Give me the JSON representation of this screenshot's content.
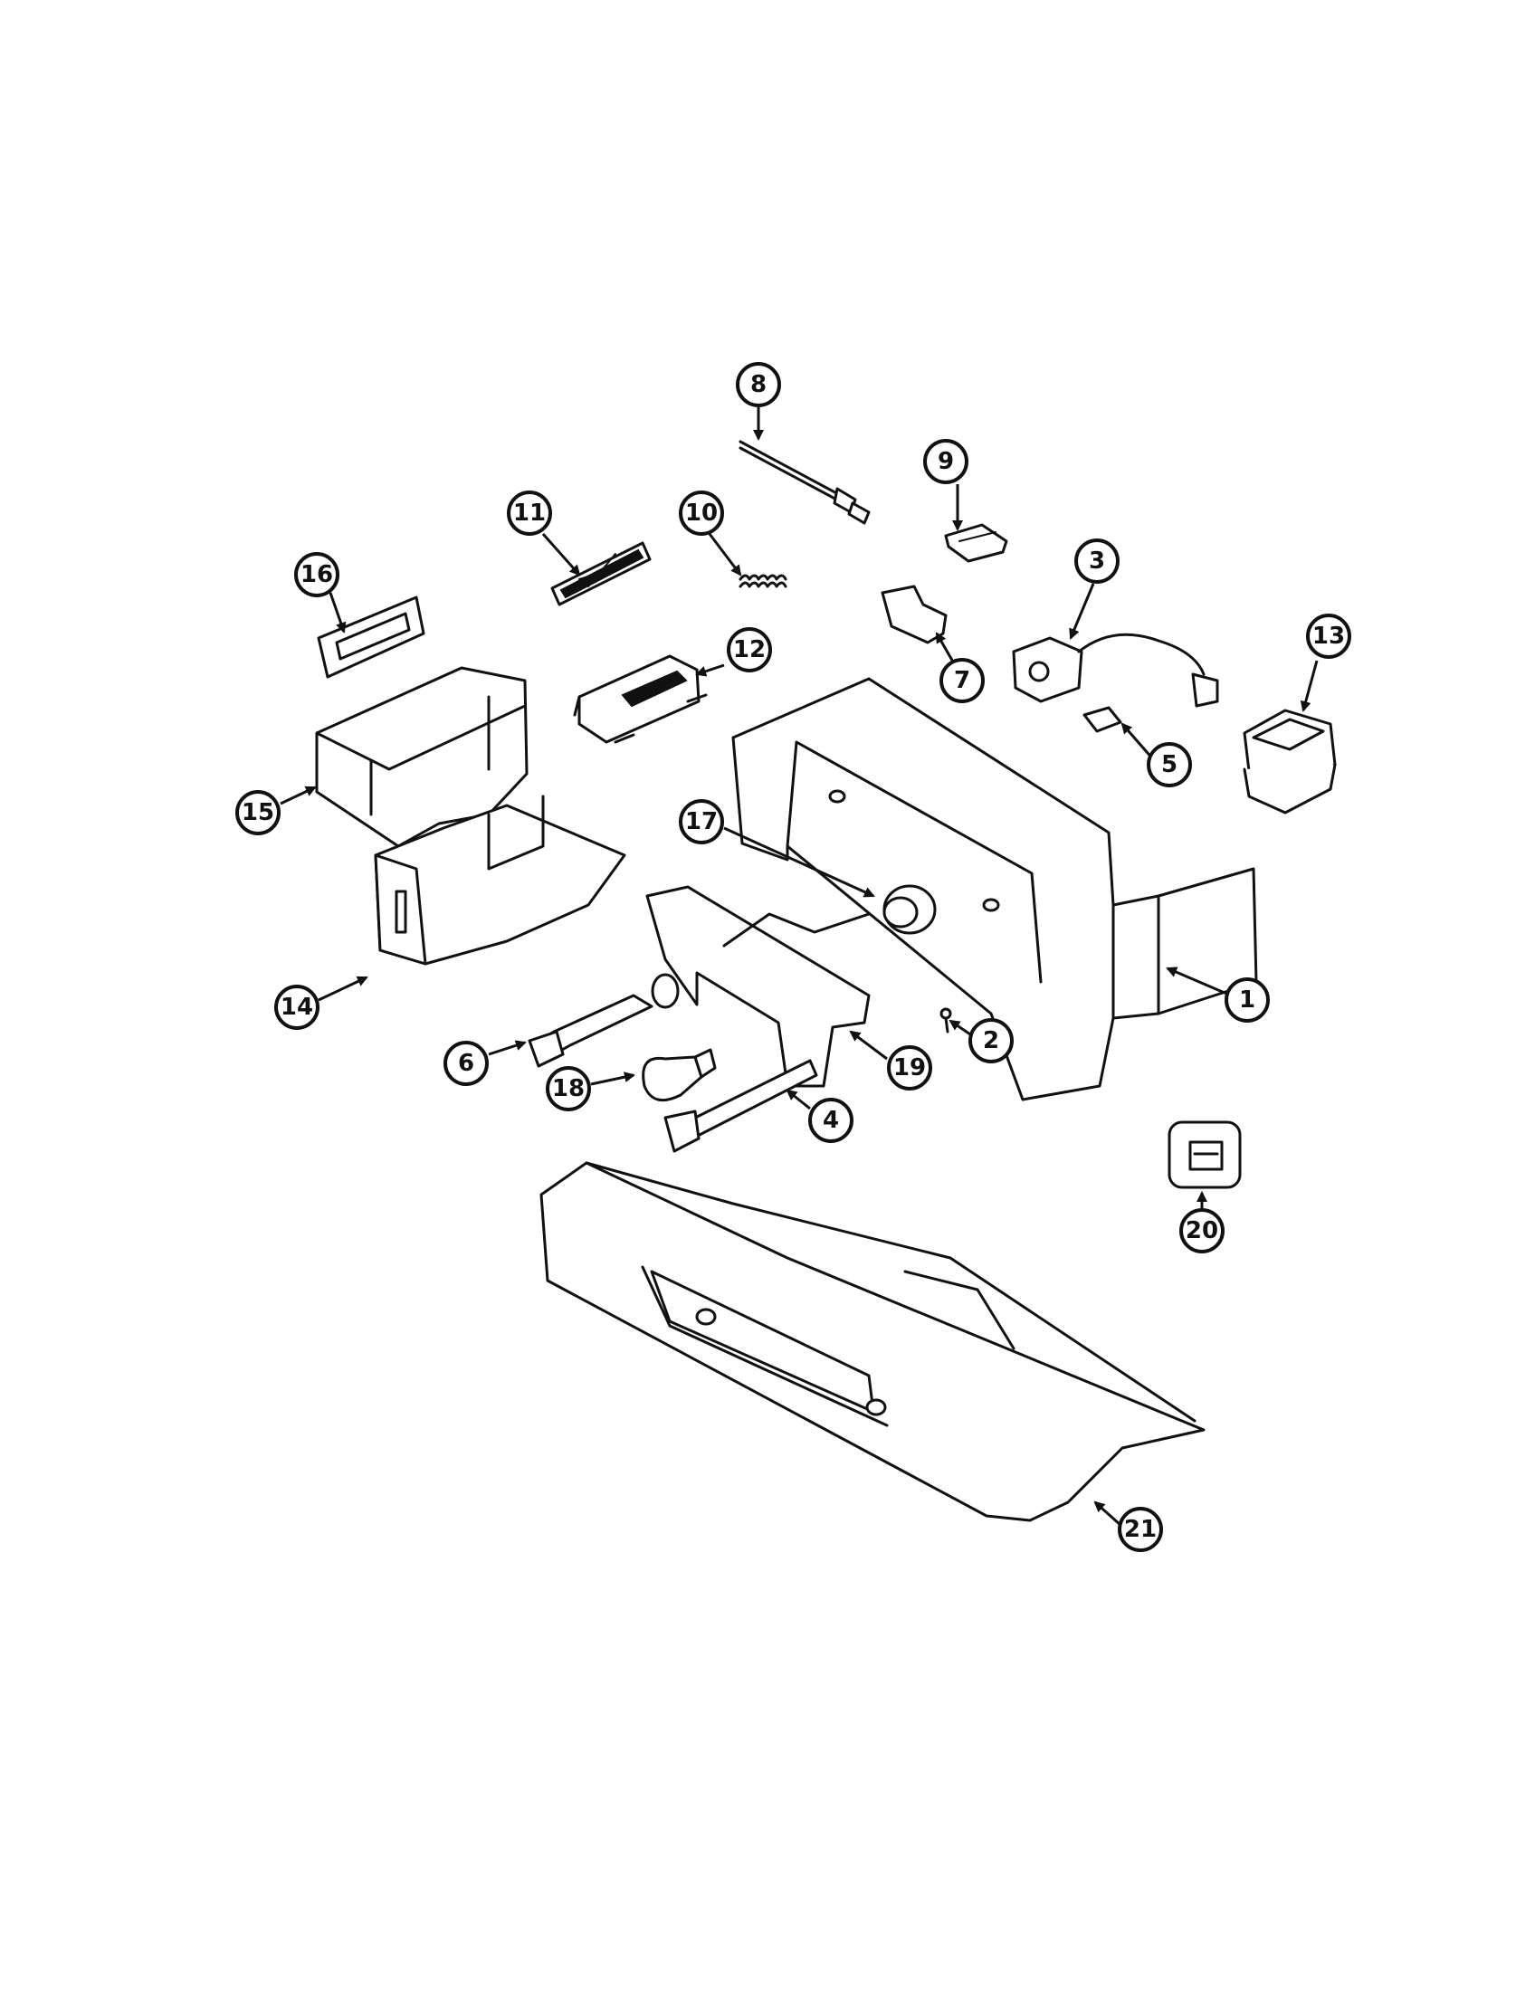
{
  "diagram": {
    "type": "exploded-parts-diagram",
    "callouts": [
      "1",
      "2",
      "3",
      "4",
      "5",
      "6",
      "7",
      "8",
      "9",
      "10",
      "11",
      "12",
      "13",
      "14",
      "15",
      "16",
      "17",
      "18",
      "19",
      "20",
      "21"
    ]
  }
}
